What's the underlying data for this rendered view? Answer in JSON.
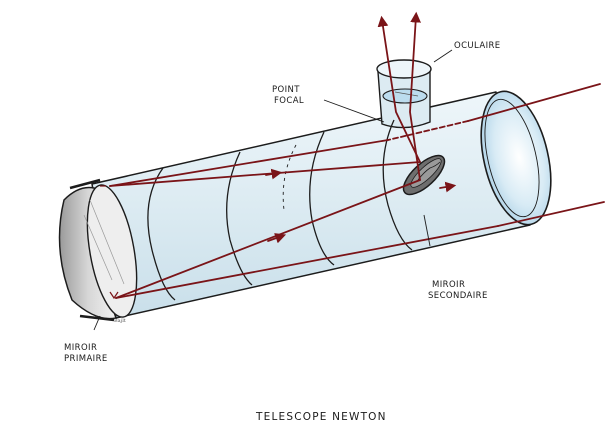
{
  "title": "TELESCOPE NEWTON",
  "labels": {
    "oculaire": "OCULAIRE",
    "point_focal_1": "POINT",
    "point_focal_2": "FOCAL",
    "miroir_secondaire_1": "MIROIR",
    "miroir_secondaire_2": "SECONDAIRE",
    "miroir_primaire_1": "MIROIR",
    "miroir_primaire_2": "PRIMAIRE"
  },
  "signature": "Bajlt",
  "colors": {
    "tube_fill": "#dcebf2",
    "tube_edge": "#1c1c1c",
    "ray": "#7a1418",
    "mirror_grey": "#b8b8b8",
    "opening_blue": "#bcdcee"
  }
}
